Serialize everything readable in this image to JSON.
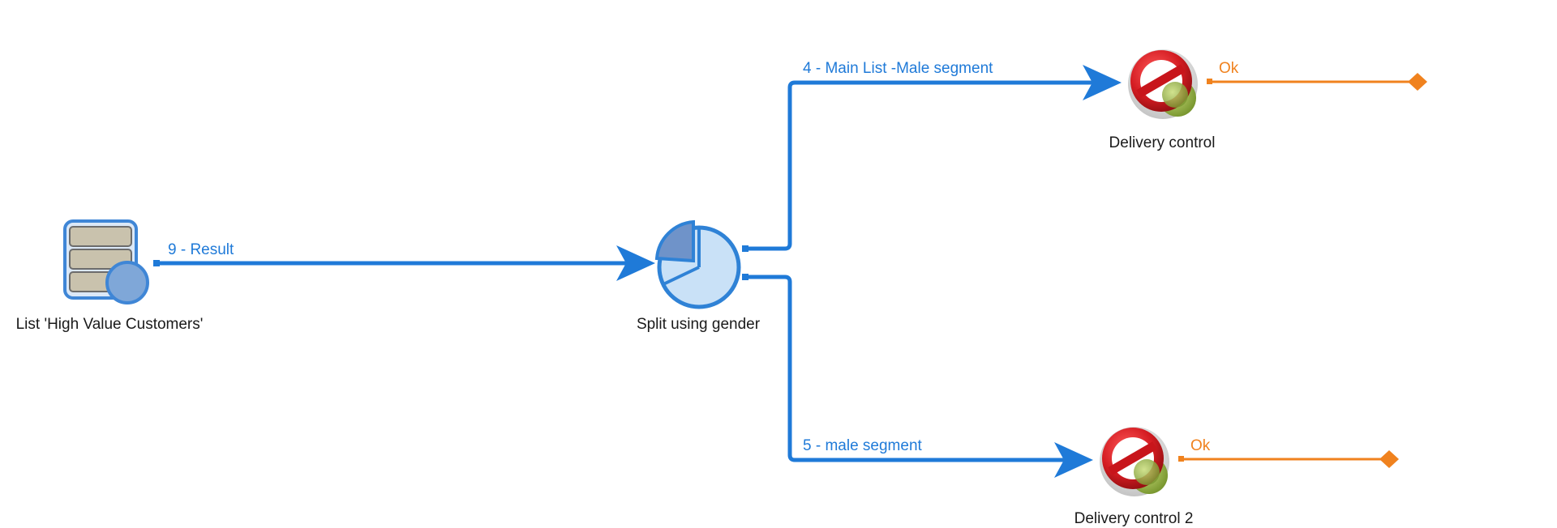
{
  "workflow": {
    "nodes": {
      "list": {
        "label": "List 'High Value Customers'",
        "icon": "database-list-icon"
      },
      "split": {
        "label": "Split using gender",
        "icon": "pie-split-icon"
      },
      "delivery1": {
        "label": "Delivery control",
        "icon": "no-entry-delivery-icon"
      },
      "delivery2": {
        "label": "Delivery control 2",
        "icon": "no-entry-delivery-icon"
      }
    },
    "transitions": {
      "result": "9 - Result",
      "main_male": "4 - Main List -Male segment",
      "male": "5 - male segment",
      "ok1": "Ok",
      "ok2": "Ok"
    }
  },
  "colors": {
    "transition": "#1f7ad8",
    "ok": "#f0821e",
    "stop_red": "#c8151b",
    "stop_green": "#8fb03a",
    "node_blue": "#7fa7d8"
  }
}
